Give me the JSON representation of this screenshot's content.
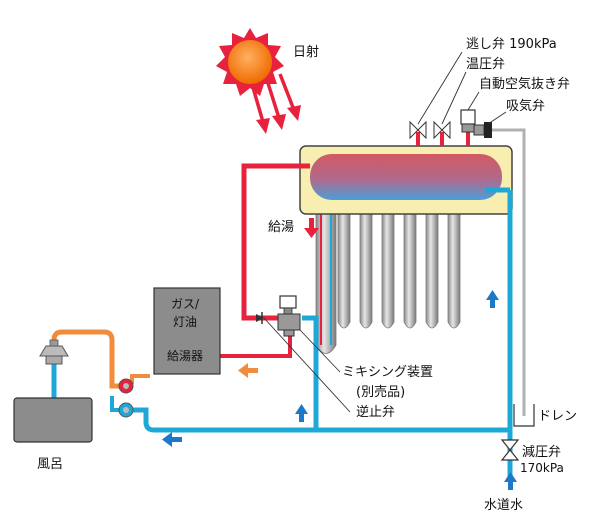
{
  "labels": {
    "sun": "日射",
    "relief_valve": "逃し弁 190kPa",
    "temp_pressure_valve": "温圧弁",
    "air_vent_valve": "自動空気抜き弁",
    "intake_valve": "吸気弁",
    "hot_water_supply": "給湯",
    "heater_line1": "ガス/",
    "heater_line2": "灯油",
    "heater_line3": "給湯器",
    "mixing_device": "ミキシング装置",
    "sold_separately": "(別売品)",
    "check_valve": "逆止弁",
    "drain": "ドレン",
    "reducing_valve": "減圧弁",
    "reducing_valve_pressure": "170kPa",
    "bath": "風呂",
    "tap_water": "水道水"
  },
  "colors": {
    "hot": "#e8213c",
    "warm": "#f08c3c",
    "cold": "#1ea8d8",
    "arrow_blue": "#1e78c8",
    "tank_body": "#f8eeb0",
    "pipe_gray": "#b0b0b0",
    "heater": "#8c8c8c",
    "sun": "#f06a00"
  }
}
